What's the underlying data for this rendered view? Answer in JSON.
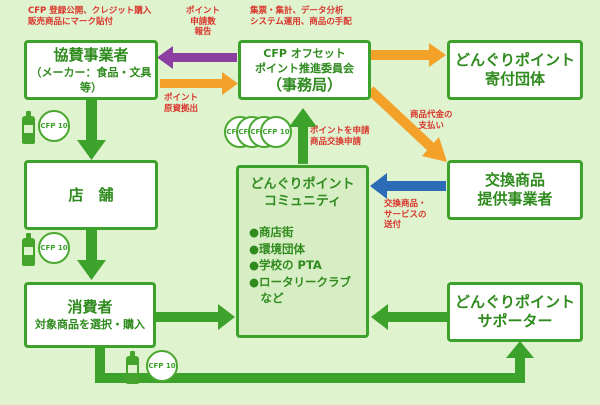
{
  "nodes": {
    "sponsor": {
      "line1": "協賛事業者",
      "line2": "（メーカー：食品・文具等）"
    },
    "office": {
      "line1": "CFP オフセット",
      "line2": "ポイント推進委員会",
      "line3": "（事務局）"
    },
    "donation": {
      "line1": "どんぐりポイント",
      "line2": "寄付団体"
    },
    "store": {
      "line1": "店　舗"
    },
    "exchange": {
      "line1": "交換商品",
      "line2": "提供事業者"
    },
    "consumer": {
      "line1": "消費者",
      "line2": "対象商品を選択・購入"
    },
    "supporter": {
      "line1": "どんぐりポイント",
      "line2": "サポーター"
    },
    "community": {
      "title1": "どんぐりポイント",
      "title2": "コミュニティ",
      "items": [
        "●商店街",
        "●環境団体",
        "●学校の PTA",
        "●ロータリークラブ",
        "　など"
      ]
    }
  },
  "labels": {
    "cfp_register": "CFP 登録公開、クレジット購入\n販売商品にマーク貼付",
    "point_report": "ポイント\n申請数\n報告",
    "admin_tasks": "集票・集計、データ分析\nシステム運用、商品の手配",
    "point_fund": "ポイント\n原資拠出",
    "payment": "商品代金の\n支払い",
    "apply": "ポイントを申請\n商品交換申請",
    "shipping": "交換商品・\nサービスの\n送付"
  },
  "badge_text": "CFP\n10",
  "colors": {
    "green": "#3da22b",
    "orange": "#f4a12a",
    "purple": "#8c3fa0",
    "blue": "#2c6bb6",
    "red_text": "#d9342b",
    "background": "#dff3cf"
  }
}
